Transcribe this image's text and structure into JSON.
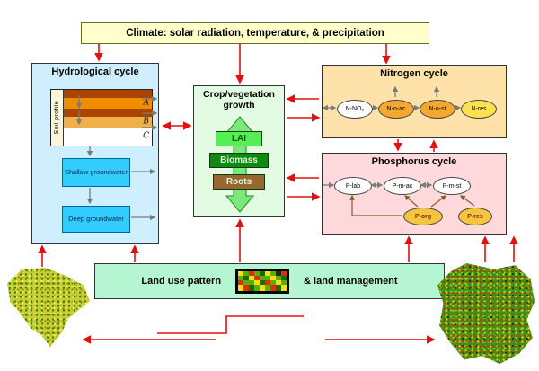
{
  "climate": {
    "label": "Climate: solar radiation, temperature, & precipitation"
  },
  "hydrological": {
    "title": "Hydrological cycle",
    "soil_profile_label": "Soil profile",
    "soil_layers": [
      "A",
      "B",
      "C"
    ],
    "shallow_groundwater": "Shallow groundwater",
    "deep_groundwater": "Deep groundwater"
  },
  "crop": {
    "title": "Crop/vegetation growth",
    "items": [
      "LAI",
      "Biomass",
      "Roots"
    ]
  },
  "nitrogen": {
    "title": "Nitrogen cycle",
    "pools": [
      "N-NO₃",
      "N-o-ac",
      "N-o-st",
      "N-res"
    ]
  },
  "phosphorus": {
    "title": "Phosphorus cycle",
    "pools_top": [
      "P-lab",
      "P-m-ac",
      "P-m-st"
    ],
    "pools_bottom": [
      "P-org",
      "P-res"
    ]
  },
  "land": {
    "pattern_label": "Land use pattern",
    "management_label": "& land management",
    "raster_icon": "landuse-raster-icon"
  },
  "maps": {
    "left_icon": "watershed-map-left",
    "right_icon": "watershed-map-right"
  },
  "palette": {
    "arrow_red": "#E31010",
    "arrow_gray": "#7A7A7A",
    "climate_bg": "#FFFFCC",
    "hydrology_bg": "#CFEFFF",
    "crop_bg": "#E2FBE2",
    "nitrogen_bg": "#FFE2A9",
    "phosphorus_bg": "#FFD9DB",
    "land_bg": "#B5F5D2",
    "groundwater_bg": "#33CCFF",
    "lai_bg": "#55EE55",
    "biomass_bg": "#118811",
    "roots_bg": "#996633",
    "pool_orange": "#F5A830",
    "pool_yellow": "#FFE04D"
  }
}
